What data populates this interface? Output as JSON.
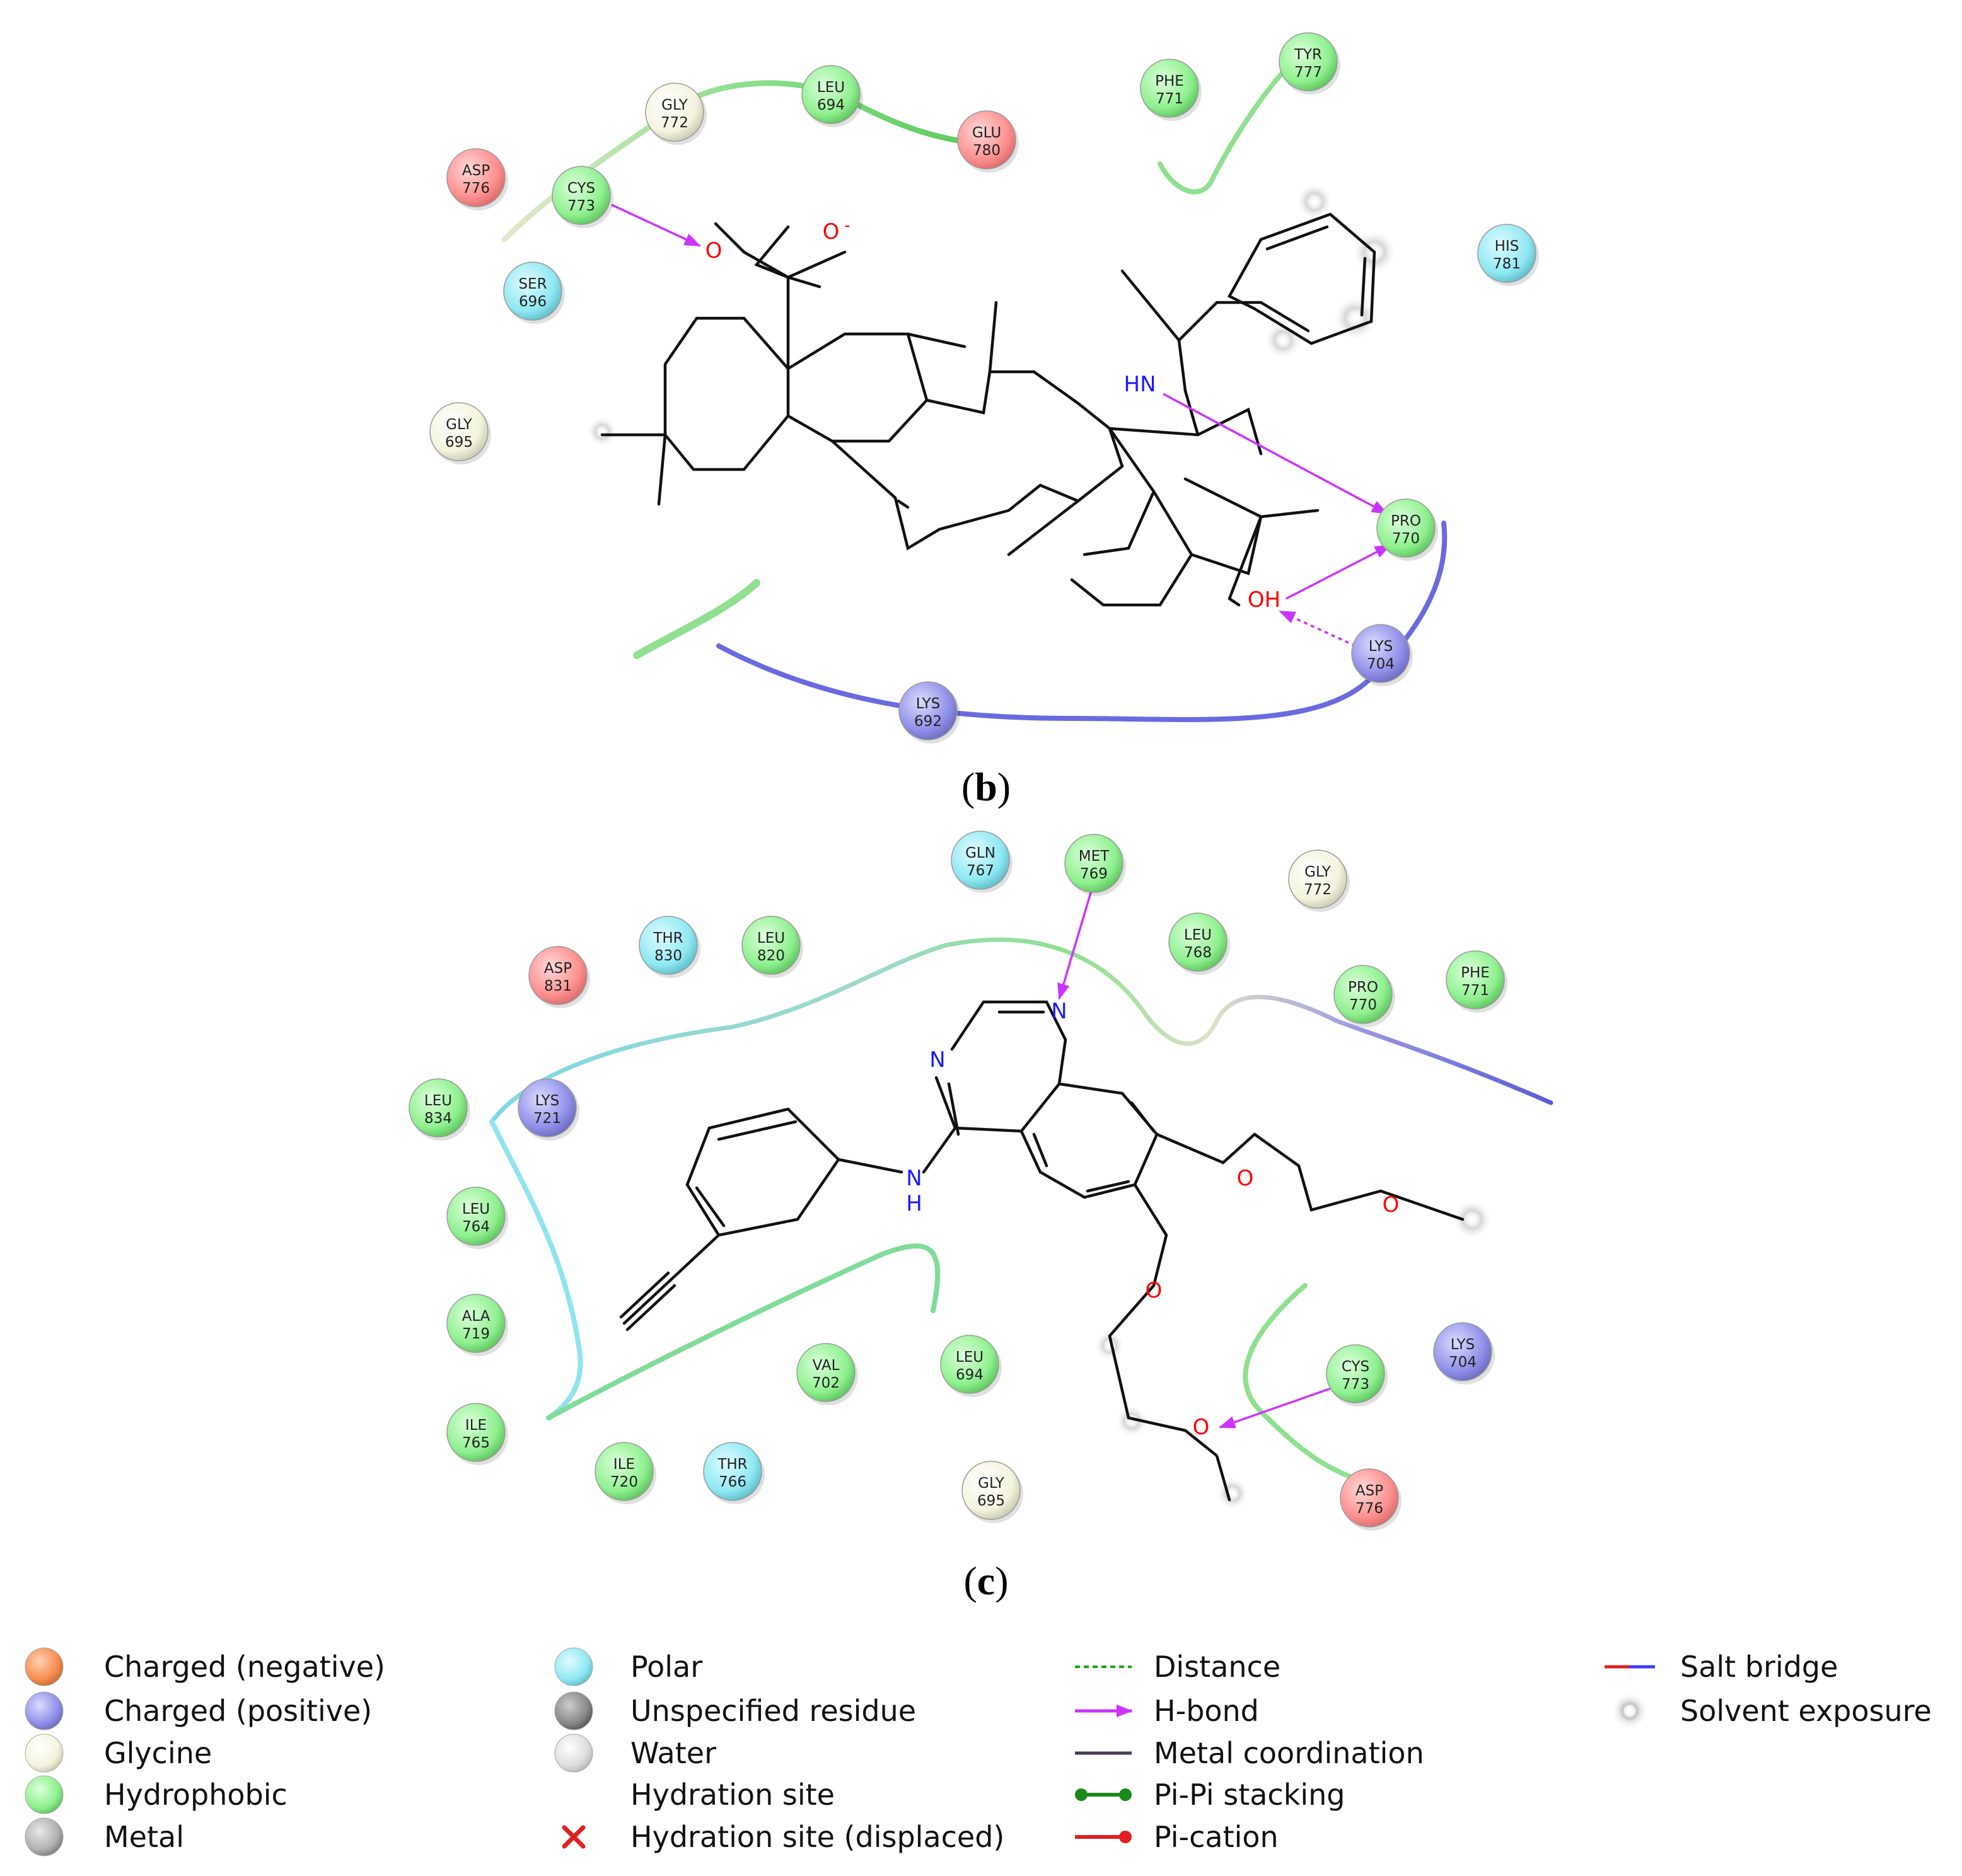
{
  "panels": [
    {
      "label": "b",
      "residues": [
        {
          "name": "ASP",
          "num": "776",
          "type": "negative"
        },
        {
          "name": "CYS",
          "num": "773",
          "type": "hydrophobic"
        },
        {
          "name": "GLY",
          "num": "772",
          "type": "glycine"
        },
        {
          "name": "LEU",
          "num": "694",
          "type": "hydrophobic"
        },
        {
          "name": "GLU",
          "num": "780",
          "type": "negative"
        },
        {
          "name": "PHE",
          "num": "771",
          "type": "hydrophobic"
        },
        {
          "name": "TYR",
          "num": "777",
          "type": "hydrophobic"
        },
        {
          "name": "HIS",
          "num": "781",
          "type": "polar"
        },
        {
          "name": "SER",
          "num": "696",
          "type": "polar"
        },
        {
          "name": "GLY",
          "num": "695",
          "type": "glycine"
        },
        {
          "name": "PRO",
          "num": "770",
          "type": "hydrophobic"
        },
        {
          "name": "LYS",
          "num": "704",
          "type": "positive"
        },
        {
          "name": "LYS",
          "num": "692",
          "type": "positive"
        }
      ],
      "atoms": [
        {
          "text": "O",
          "kind": "o"
        },
        {
          "text": "O",
          "kind": "o"
        },
        {
          "text": "-",
          "kind": "o"
        },
        {
          "text": "HN",
          "kind": "n"
        },
        {
          "text": "OH",
          "kind": "o"
        }
      ]
    },
    {
      "label": "c",
      "residues": [
        {
          "name": "GLN",
          "num": "767",
          "type": "polar"
        },
        {
          "name": "MET",
          "num": "769",
          "type": "hydrophobic"
        },
        {
          "name": "GLY",
          "num": "772",
          "type": "glycine"
        },
        {
          "name": "THR",
          "num": "830",
          "type": "polar"
        },
        {
          "name": "LEU",
          "num": "820",
          "type": "hydrophobic"
        },
        {
          "name": "LEU",
          "num": "768",
          "type": "hydrophobic"
        },
        {
          "name": "ASP",
          "num": "831",
          "type": "negative"
        },
        {
          "name": "PRO",
          "num": "770",
          "type": "hydrophobic"
        },
        {
          "name": "PHE",
          "num": "771",
          "type": "hydrophobic"
        },
        {
          "name": "LEU",
          "num": "834",
          "type": "hydrophobic"
        },
        {
          "name": "LYS",
          "num": "721",
          "type": "positive"
        },
        {
          "name": "LEU",
          "num": "764",
          "type": "hydrophobic"
        },
        {
          "name": "ALA",
          "num": "719",
          "type": "hydrophobic"
        },
        {
          "name": "VAL",
          "num": "702",
          "type": "hydrophobic"
        },
        {
          "name": "LEU",
          "num": "694",
          "type": "hydrophobic"
        },
        {
          "name": "CYS",
          "num": "773",
          "type": "hydrophobic"
        },
        {
          "name": "LYS",
          "num": "704",
          "type": "positive"
        },
        {
          "name": "ILE",
          "num": "765",
          "type": "hydrophobic"
        },
        {
          "name": "ILE",
          "num": "720",
          "type": "hydrophobic"
        },
        {
          "name": "THR",
          "num": "766",
          "type": "polar"
        },
        {
          "name": "GLY",
          "num": "695",
          "type": "glycine"
        },
        {
          "name": "ASP",
          "num": "776",
          "type": "negative"
        }
      ],
      "atoms": [
        {
          "text": "N",
          "kind": "n"
        },
        {
          "text": "N",
          "kind": "n"
        },
        {
          "text": "N",
          "kind": "n"
        },
        {
          "text": "H",
          "kind": "n"
        },
        {
          "text": "O",
          "kind": "o"
        },
        {
          "text": "O",
          "kind": "o"
        },
        {
          "text": "O",
          "kind": "o"
        },
        {
          "text": "O",
          "kind": "o"
        }
      ]
    }
  ],
  "legend": {
    "columns": [
      [
        {
          "icon": "negative",
          "label": "Charged (negative)"
        },
        {
          "icon": "positive",
          "label": "Charged (positive)"
        },
        {
          "icon": "glycine",
          "label": "Glycine"
        },
        {
          "icon": "hydrophobic",
          "label": "Hydrophobic"
        },
        {
          "icon": "metal",
          "label": "Metal"
        }
      ],
      [
        {
          "icon": "polar",
          "label": "Polar"
        },
        {
          "icon": "unspecified",
          "label": "Unspecified residue"
        },
        {
          "icon": "water",
          "label": "Water"
        },
        {
          "icon": "none",
          "label": "Hydration site"
        },
        {
          "icon": "cross",
          "label": "Hydration site (displaced)"
        }
      ],
      [
        {
          "icon": "distance",
          "label": "Distance"
        },
        {
          "icon": "hbond",
          "label": "H-bond"
        },
        {
          "icon": "metal-coord",
          "label": "Metal coordination"
        },
        {
          "icon": "pi-pi",
          "label": "Pi-Pi stacking"
        },
        {
          "icon": "pi-cation",
          "label": "Pi-cation"
        }
      ],
      [
        {
          "icon": "salt-bridge",
          "label": "Salt bridge"
        },
        {
          "icon": "solvent",
          "label": "Solvent exposure"
        }
      ]
    ]
  },
  "colors": {
    "negative": "#ff8f8f",
    "positive": "#8f8fe8",
    "glycine": "#f3f3de",
    "hydrophobic": "#8ff08f",
    "polar": "#8fe8f2",
    "metal": "#b0b0b0",
    "unspecified": "#888888",
    "water": "#dddddd",
    "hbond": "#cc33ff"
  }
}
